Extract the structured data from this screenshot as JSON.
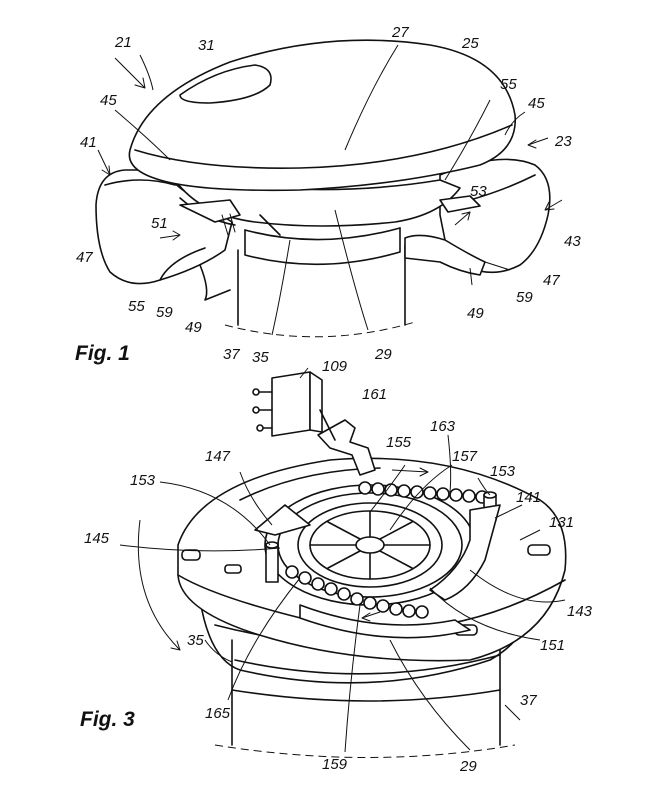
{
  "figures": [
    {
      "caption": "Fig. 1"
    },
    {
      "caption": "Fig. 3"
    }
  ],
  "fig1_labels": {
    "l21": "21",
    "l31": "31",
    "l27": "27",
    "l25": "25",
    "l55a": "55",
    "l45a": "45",
    "l23": "23",
    "l45b": "45",
    "l41": "41",
    "l53": "53",
    "l51": "51",
    "l47a": "47",
    "l43": "43",
    "l47b": "47",
    "l55b": "55",
    "l59a": "59",
    "l49a": "49",
    "l59b": "59",
    "l49b": "49",
    "l37": "37",
    "l35": "35",
    "l29": "29"
  },
  "fig3_labels": {
    "l109": "109",
    "l161": "161",
    "l163": "163",
    "l155": "155",
    "l147": "147",
    "l157": "157",
    "l153a": "153",
    "l153b": "153",
    "l141": "141",
    "l131": "131",
    "l145": "145",
    "l143": "143",
    "l35": "35",
    "l151": "151",
    "l37": "37",
    "l165": "165",
    "l159": "159",
    "l29": "29"
  }
}
